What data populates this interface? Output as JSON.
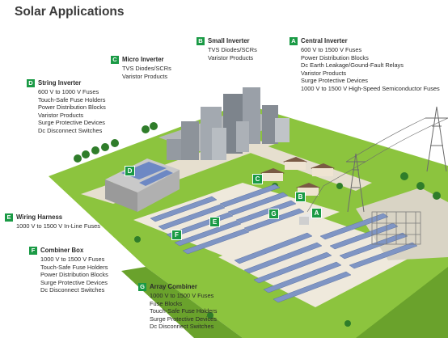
{
  "title": "Solar Applications",
  "colors": {
    "badge": "#1a9a45",
    "grass": "#8cc43e",
    "grass_dark": "#6aa22c",
    "road": "#e6dfcf",
    "panel": "#7f95c4"
  },
  "callouts": [
    {
      "id": "central",
      "letter": "A",
      "heading": "Central Inverter",
      "items": [
        "600 V to 1500 V Fuses",
        "Power Distribution Blocks",
        "Dc Earth Leakage/Gound-Fault Relays",
        "Varistor Products",
        "Surge Protective Devices",
        "1000 V to 1500 V High-Speed Semiconductor Fuses"
      ]
    },
    {
      "id": "small",
      "letter": "B",
      "heading": "Small Inverter",
      "items": [
        "TVS Diodes/SCRs",
        "Varistor Products"
      ]
    },
    {
      "id": "micro",
      "letter": "C",
      "heading": "Micro Inverter",
      "items": [
        "TVS Diodes/SCRs",
        "Varistor Products"
      ]
    },
    {
      "id": "string",
      "letter": "D",
      "heading": "String Inverter",
      "items": [
        "600 V to 1000 V Fuses",
        "Touch-Safe Fuse Holders",
        "Power Distribution Blocks",
        "Varistor Products",
        "Surge Protective Devices",
        "Dc Disconnect Switches"
      ]
    },
    {
      "id": "harness",
      "letter": "E",
      "heading": "Wiring Harness",
      "items": [
        "1000 V to 1500 V In-Line Fuses"
      ]
    },
    {
      "id": "combiner",
      "letter": "F",
      "heading": "Combiner Box",
      "items": [
        "1000 V to 1500 V Fuses",
        "Touch-Safe Fuse Holders",
        "Power Distribution Blocks",
        "Surge Protective Devices",
        "Dc Disconnect Switches"
      ]
    },
    {
      "id": "array",
      "letter": "G",
      "heading": "Array Combiner",
      "items": [
        "1000 V to 1500 V Fuses",
        "Fuse Blocks",
        "Touch-Safe Fuse Holders",
        "Surge Protective Devices",
        "Dc Disconnect Switches"
      ]
    }
  ],
  "markers": {
    "A": "A",
    "B": "B",
    "C": "C",
    "D": "D",
    "E": "E",
    "F": "F",
    "G": "G"
  }
}
